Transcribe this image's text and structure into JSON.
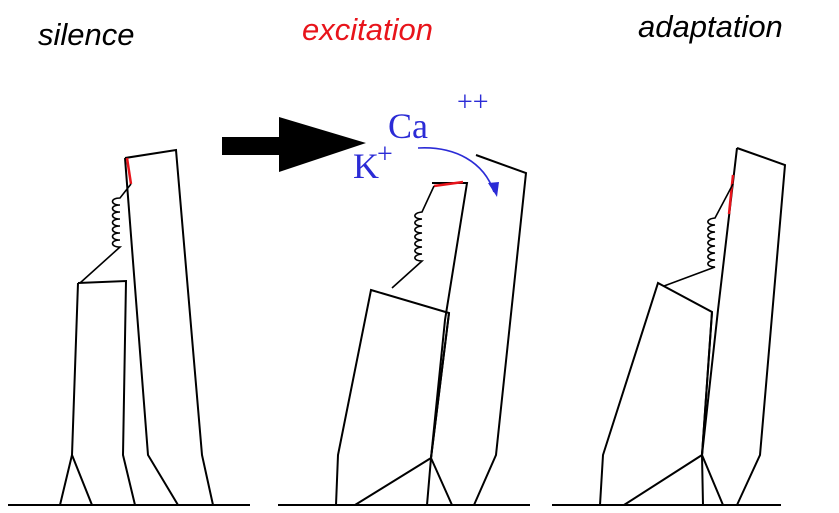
{
  "panels": [
    {
      "label": "silence"
    },
    {
      "label": "excitation"
    },
    {
      "label": "adaptation"
    }
  ],
  "ions": {
    "calcium": {
      "symbol": "Ca",
      "charge": "++"
    },
    "potassium": {
      "symbol": "K",
      "charge": "+"
    }
  },
  "colors": {
    "title_default": "#000000",
    "title_highlight": "#e8141b",
    "ion_text": "#2b2bd6",
    "tip_link": "#e8141b",
    "stereocilia": "#000000",
    "arrow": "#000000",
    "ion_flow_arrow": "#2b2bd6"
  },
  "icons": {
    "stimulus": "right-arrow-icon",
    "ion_flow": "curved-arrow-icon",
    "gating_spring": "spring-coil-icon"
  }
}
